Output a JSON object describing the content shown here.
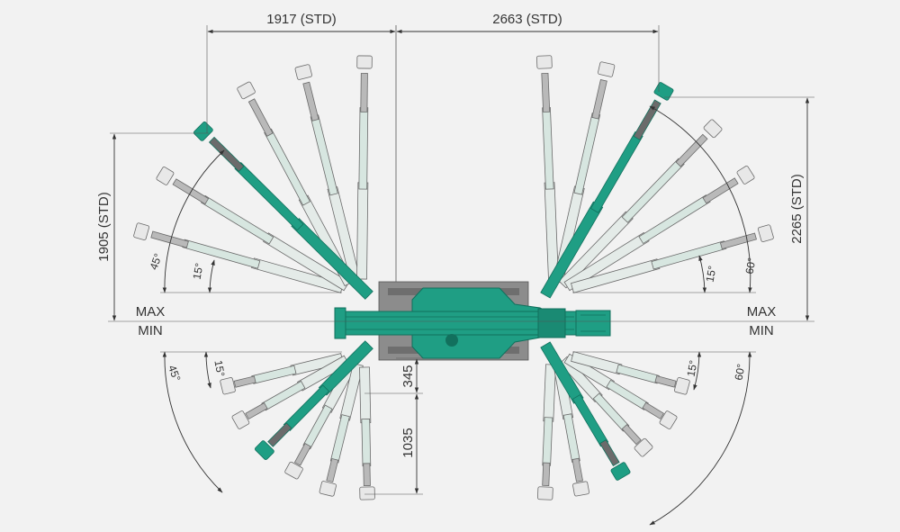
{
  "dimensions": {
    "top_left": "1917 (STD)",
    "top_right": "2663 (STD)",
    "left_vertical": "1905 (STD)",
    "right_vertical": "2265 (STD)",
    "body_offset": "345",
    "lower_depth": "1035"
  },
  "labels": {
    "max": "MAX",
    "min": "MIN"
  },
  "angles": {
    "left_upper_outer": "45°",
    "left_upper_inner": "15°",
    "right_upper_outer": "60°",
    "right_upper_inner": "15°",
    "left_lower_outer": "45°",
    "left_lower_inner": "15°",
    "right_lower_outer": "60°",
    "right_lower_inner": "15°"
  },
  "colors": {
    "background": "#f2f2f2",
    "machine_green": "#1f9e84",
    "machine_dark": "#12705d",
    "ghost_fill": "#dde8e3",
    "ghost_green": "#cde9df",
    "chassis_gray": "#8c8c8c",
    "line": "#333333"
  }
}
